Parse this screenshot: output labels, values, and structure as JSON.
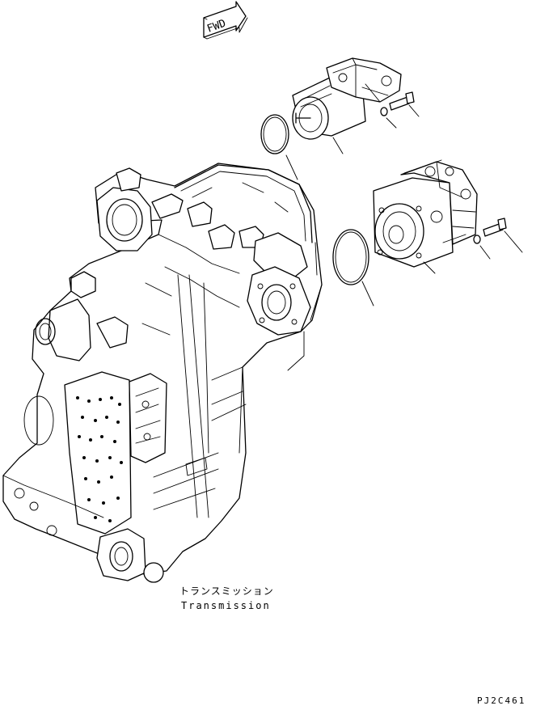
{
  "fwd_label": "FWD",
  "transmission_label_jp": "トランスミッション",
  "transmission_label_en": "Transmission",
  "drawing_code": "PJ2C461"
}
